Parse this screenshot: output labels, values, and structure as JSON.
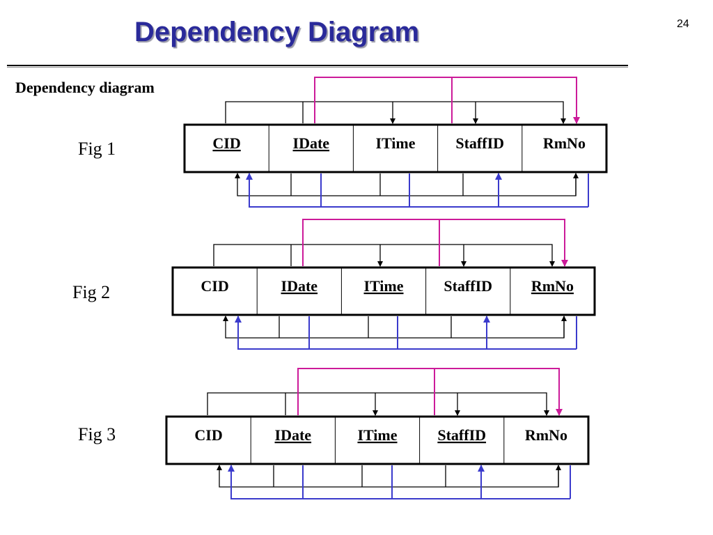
{
  "page": {
    "title": "Dependency Diagram",
    "page_number": "24"
  },
  "subtitle": "Dependency diagram",
  "columns": [
    "CID",
    "IDate",
    "ITime",
    "StaffID",
    "RmNo"
  ],
  "colors": {
    "title": "#2a2a9a",
    "arrow_magenta": "#cc1a99",
    "arrow_blue": "#3a3acc",
    "arrow_black": "#000000"
  },
  "figures": [
    {
      "label": "Fig 1",
      "underlined": [
        "CID",
        "IDate"
      ]
    },
    {
      "label": "Fig 2",
      "underlined": [
        "IDate",
        "ITime",
        "RmNo"
      ]
    },
    {
      "label": "Fig 3",
      "underlined": [
        "IDate",
        "ITime",
        "StaffID"
      ]
    }
  ]
}
